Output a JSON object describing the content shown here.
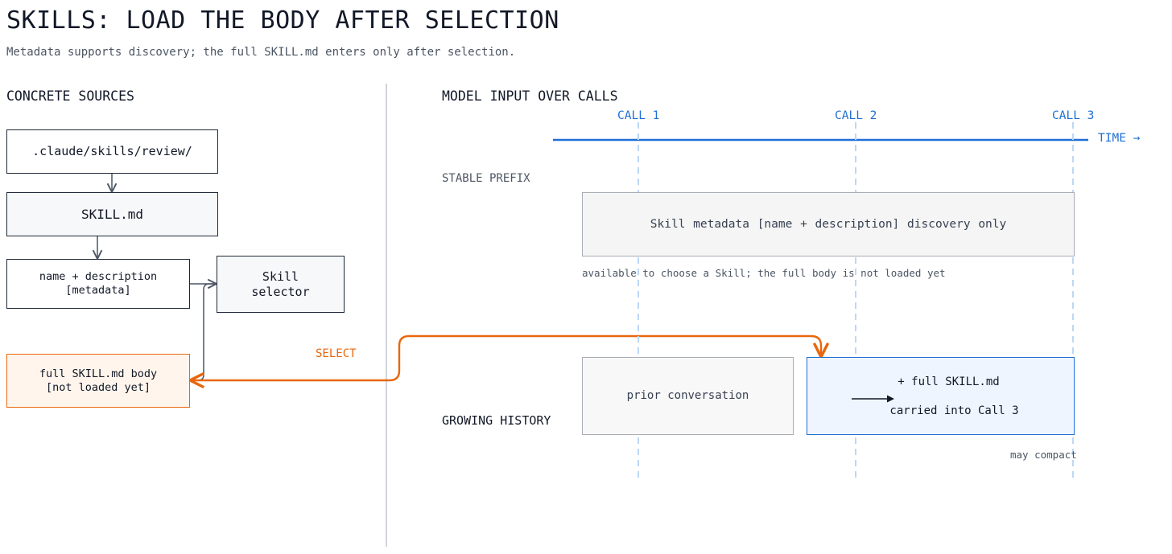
{
  "header": {
    "title": "SKILLS: LOAD THE BODY AFTER SELECTION",
    "subtitle": "Metadata supports discovery; the full SKILL.md enters only after selection."
  },
  "left": {
    "heading": "CONCRETE SOURCES",
    "path_box": ".claude/skills/review/",
    "skill_file_box": "SKILL.md",
    "metadata_box": "name + description\n[metadata]",
    "selector_box": "Skill\nselector",
    "body_box": "full SKILL.md body\n[not loaded yet]",
    "select_label": "SELECT"
  },
  "right": {
    "heading": "MODEL INPUT OVER CALLS",
    "calls": [
      "CALL 1",
      "CALL 2",
      "CALL 3"
    ],
    "time_label": "TIME →",
    "stable_prefix_label": "STABLE PREFIX",
    "prefix_box_text": "Skill metadata   [name + description]   discovery only",
    "prefix_note": "available to choose a Skill; the full body is not loaded yet",
    "history_label": "GROWING HISTORY",
    "prior_box": "prior conversation",
    "loaded_box_line1": "+ full SKILL.md",
    "loaded_box_line2": "carried into Call 3",
    "compact_note": "may compact"
  },
  "colors": {
    "accent_blue": "#1f6fd6",
    "accent_orange": "#e8670c",
    "ink": "#111827",
    "muted": "#4b5563"
  }
}
